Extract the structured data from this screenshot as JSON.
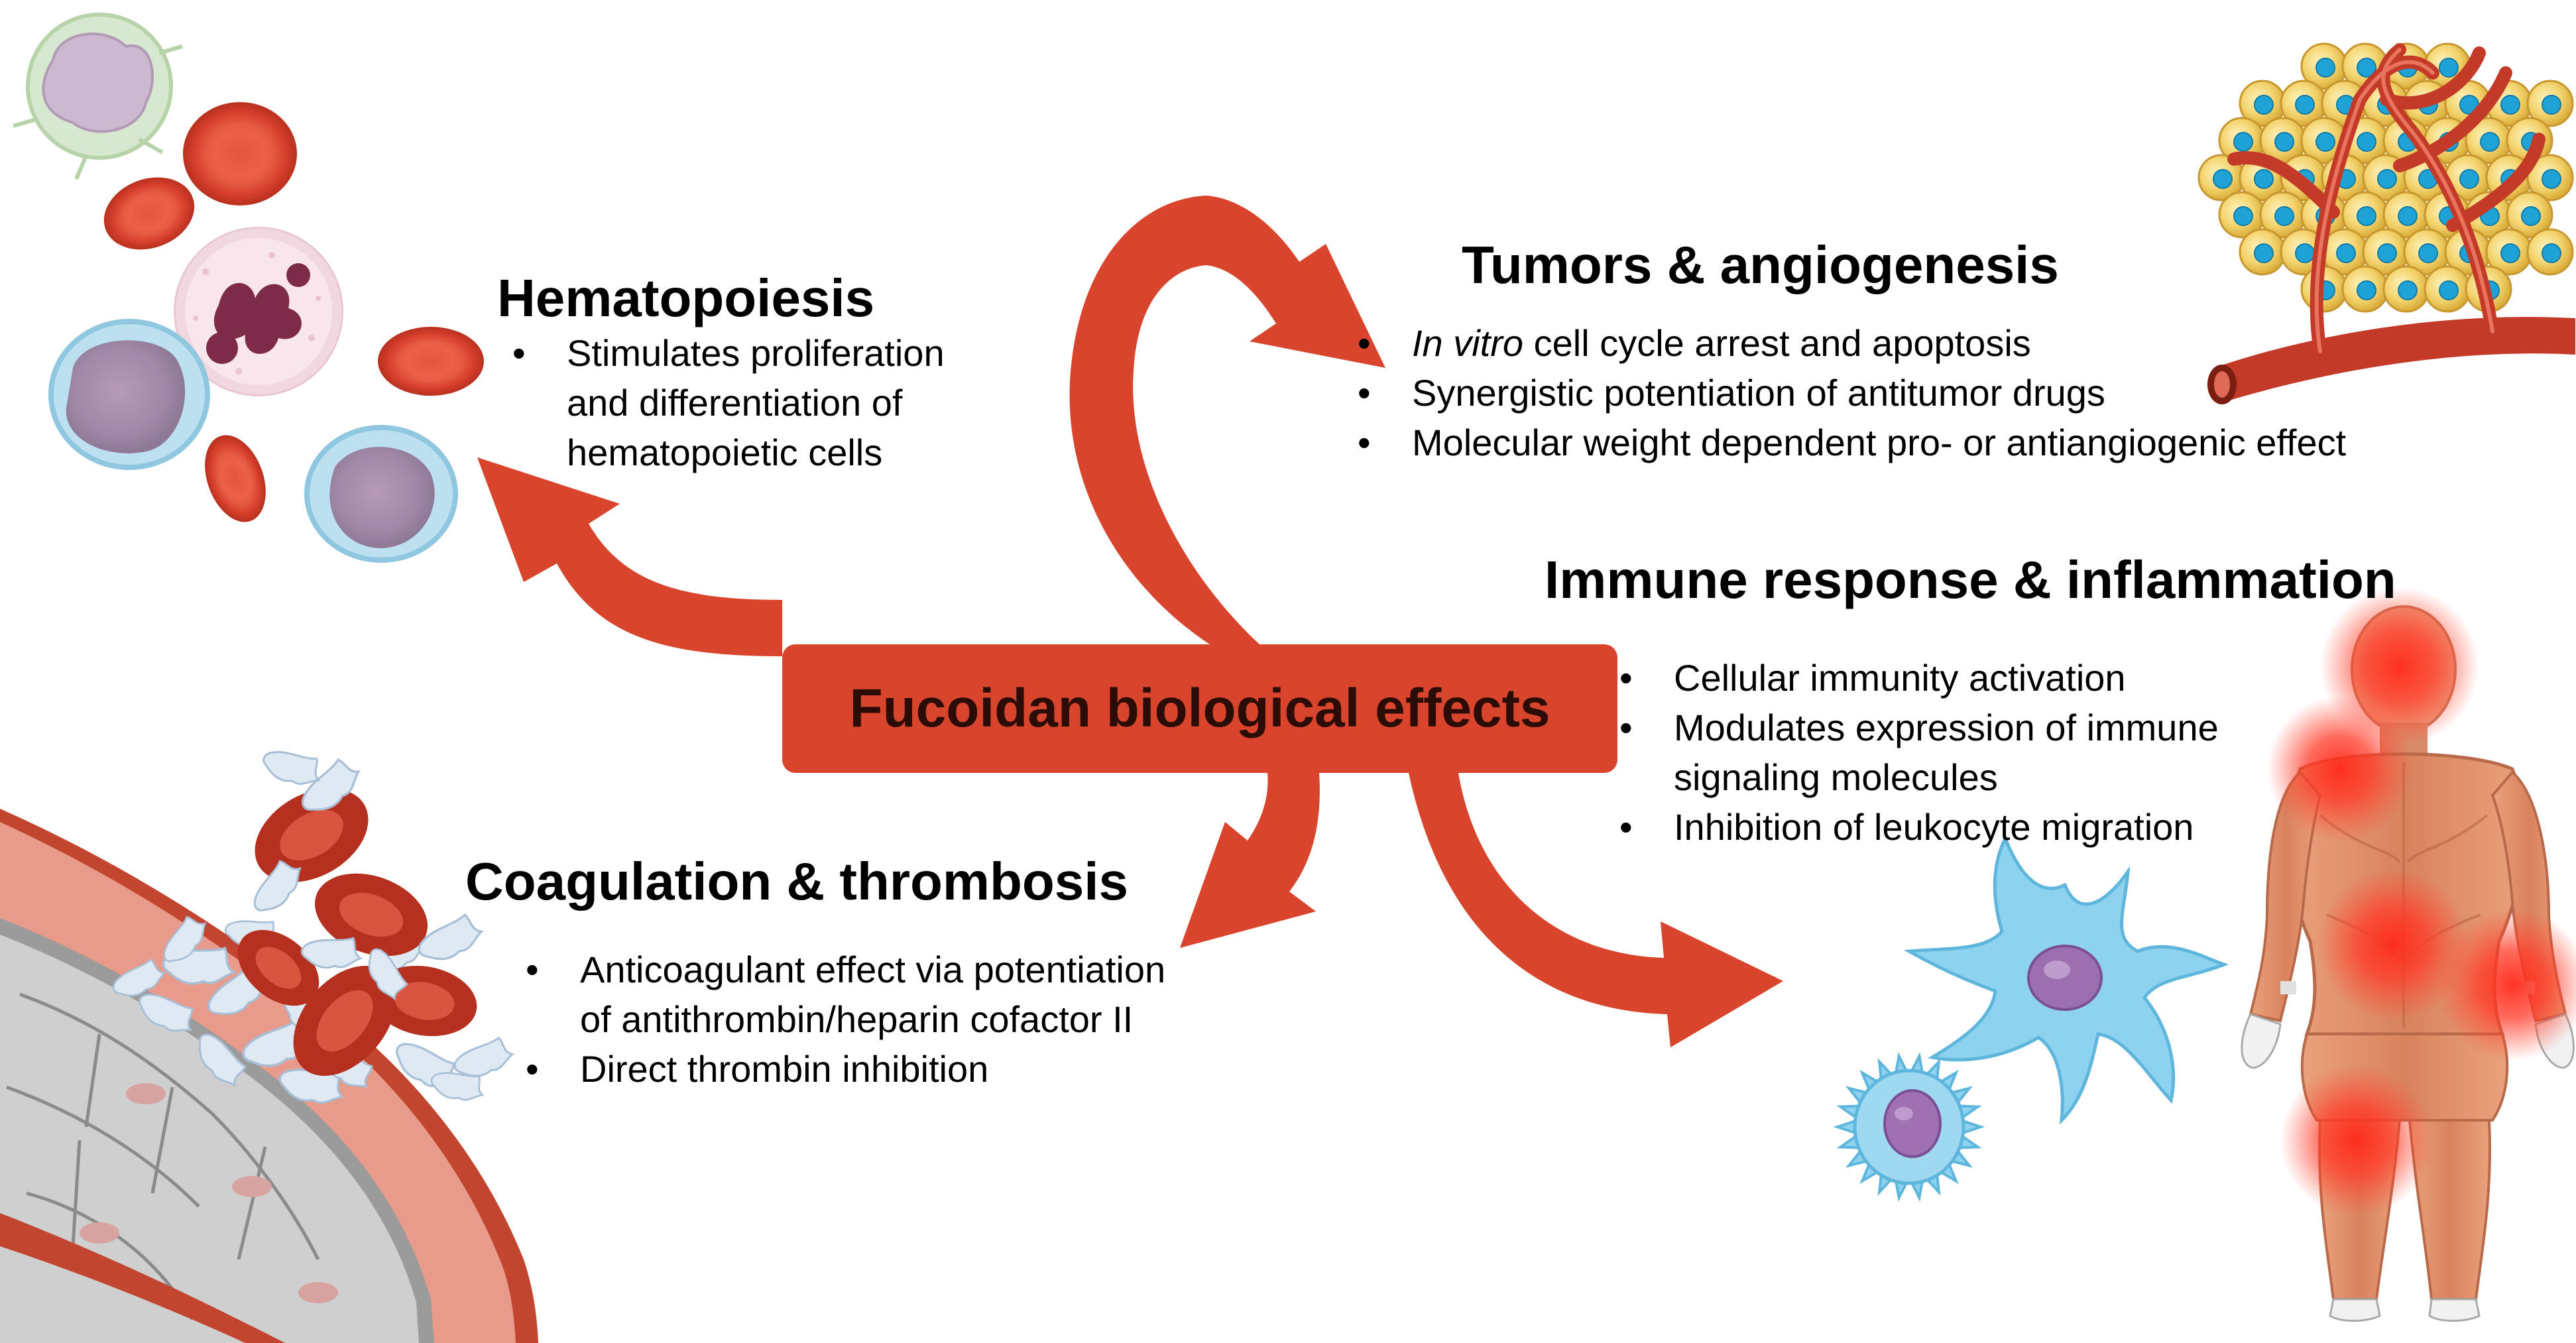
{
  "diagram": {
    "center": {
      "label": "Fucoidan biological effects"
    },
    "colors": {
      "arrow": "#d8442c",
      "arrow_text": "#2b0c06",
      "text": "#000000",
      "vessel": "#b03a27"
    },
    "sections": {
      "hematopoiesis": {
        "title": "Hematopoiesis",
        "items": [
          "Stimulates proliferation",
          "and differentiation of",
          "hematopoietic cells"
        ]
      },
      "tumors": {
        "title": "Tumors & angiogenesis",
        "items": [
          {
            "em": "In vitro",
            "rest": " cell cycle arrest and apoptosis"
          },
          "Synergistic potentiation of antitumor drugs",
          "Molecular weight dependent pro- or antiangiogenic effect"
        ]
      },
      "immune": {
        "title": "Immune response & inflammation",
        "items": [
          "Cellular immunity activation",
          "Modulates expression of immune",
          "signaling molecules",
          "Inhibition of leukocyte migration"
        ]
      },
      "coagulation": {
        "title": "Coagulation & thrombosis",
        "items": [
          "Anticoagulant effect via potentiation",
          "of antithrombin/heparin cofactor II",
          "Direct thrombin inhibition"
        ]
      }
    },
    "illustrations": [
      {
        "name": "blood-cells",
        "icon": "blood-cells-icon"
      },
      {
        "name": "tumor",
        "icon": "tumor-icon"
      },
      {
        "name": "human-body",
        "icon": "human-body-icon"
      },
      {
        "name": "blood-vessel-thrombus",
        "icon": "blood-vessel-icon"
      },
      {
        "name": "immune-cells",
        "icon": "immune-cells-icon"
      }
    ]
  }
}
